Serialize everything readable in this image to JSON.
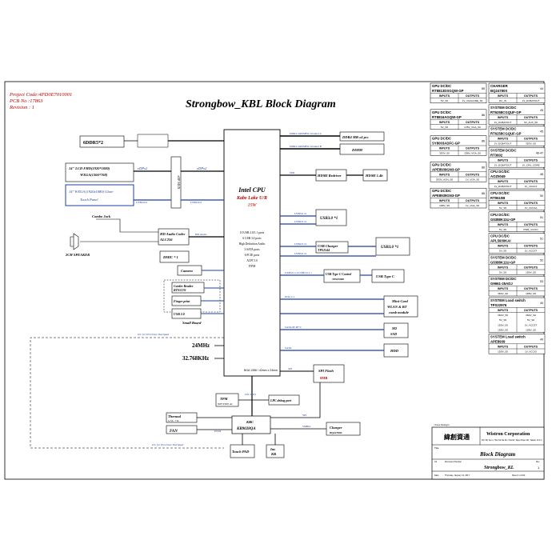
{
  "header": {
    "project_code": "Project Code:4PD0E7010001",
    "pcb_no": "PCB   No :17863",
    "revision": "Revision : 1",
    "title": "Strongbow_KBL Block Diagram"
  },
  "cpu": {
    "title": "Intel CPU",
    "subtitle": "Kabe Lake U/R",
    "tdp": "15W",
    "features": [
      "10 USB 2.0/1.1 ports",
      "6 USB 3.0 ports",
      "High Definition Audio",
      "3 SATA ports",
      "6 PCIE ports",
      "ACPI 5.0",
      "ITPM"
    ],
    "bottom_note": "BGA 1356 / 42mm x 24mm"
  },
  "memory": {
    "ddr5": "6DDR5*2",
    "ddr4_bus": "DDR4 2400MHz Channel A",
    "ddr4_bus_b": "DDR4 2400MHz Channel B",
    "ddr4_mb": "DDR4 MB x4 pcs",
    "dimm": "DIMM"
  },
  "left": {
    "lcd_fhd": "14\" LCD FHD(1920*1080)",
    "lcd_wxga": "WXGA(1366*768)",
    "lcd_wxga2": "14\" WXGA (1920x1080) Glare",
    "touch_panel": "Touch Panel",
    "edp_mux": "eDP MUX",
    "edpx2_a": "eDPx2",
    "edpx2_b": "eDPx2",
    "usb_a": "USB2.0x1",
    "usb_b": "USB2.0x1",
    "combo_jack": "Combo Jack",
    "hd_audio": "HD Audio Codec",
    "alc": "ALC256",
    "hd_audio_bus": "HD Audio",
    "speaker": "2CH SPEAKER",
    "dmic": "DMIC * 1",
    "camera": "Camera",
    "card_reader": "Carder Reader",
    "card_reader_2": "RTS5176",
    "finger_print": "Finger print",
    "usb20": "USB 2.0",
    "small_board": "Small Board",
    "i2c_touchpad": "I2C  for Precision Touchpad",
    "i2c_touchpad_b": "I2C  for Precision Touchpad",
    "crystal_24": "24MHz",
    "crystal_32": "32.768KHz"
  },
  "right": {
    "hdmi_redriver": "HDMI Redriver",
    "hdmi_conn": "HDMI 1.4b",
    "usb30_1": "USB3.0 *1",
    "usb_charger": "USB Charger",
    "usb_charger_2": "TPS2544",
    "usb30_2": "USB3.0 *1",
    "usb_typec_ctrl": "USB Type C Control",
    "usb_typec_ctrl_2": "TPS65986",
    "usb_typec": "USB Type C",
    "minicard": "Mini-Card",
    "minicard_2": "WLAN & BT",
    "minicard_3": "comb module",
    "m2_ssd": "M2",
    "m2_ssd_2": "SSD",
    "hdd": "HDD",
    "spi_flash": "SPI Flash",
    "spi_flash_2": "8MB",
    "pcie_bus": "PCIe x 1",
    "sata_bus": "SATA",
    "sata_pcie": "SATA/PCIE*4",
    "spi_bus": "SPI",
    "hdmi_bus": "DDI",
    "usb3_bus1": "USB3.0 x1",
    "usb2_bus1": "USB2.0 x1",
    "usb3_bus2": "USB3.0 x1",
    "usb2_bus2": "USB2.0 x1",
    "usb_c_bus": "USB3.0 x 2/USB2.0 x 1"
  },
  "bottom": {
    "tpm": "TPM",
    "tpm_2": "NPCT650 A1",
    "lpc_bus": "LPC BUS",
    "lpc_debug": "LPC debug port",
    "kbc": "KBC",
    "kbc_2": "KB9028QA",
    "thermal": "Thermal",
    "thermal_2": "G-SL / 714",
    "fan": "FAN",
    "pwm": "PWM",
    "smbus": "SMBus",
    "charger": "Charger",
    "charger_2": "BQ24780S",
    "touch_pad": "Touch PAD",
    "int_kb": "Int.",
    "int_kb_2": "KB",
    "spi_kbc": "SPI"
  },
  "power": [
    {
      "title_left": "GPU DC/DC",
      "part": "RT8813DSGQW-GP",
      "page": "85",
      "in": "INPUTS",
      "out": "OUTPUTS",
      "rows": [
        [
          "5V_S5",
          "1V_VGACORE_S0"
        ]
      ]
    },
    {
      "title_left": "CHARGER",
      "part": "BQ24780S",
      "page": "44",
      "in": "INPUTS",
      "out": "OUTPUTS",
      "rows": [
        [
          "DC_IN",
          "1V_DCBATOUT"
        ]
      ]
    },
    {
      "title_left": "GPU DC/DC",
      "part": "RT8816AGQW-GP",
      "page": "86",
      "in": "INPUTS",
      "out": "OUTPUTS",
      "rows": [
        [
          "5V_S5",
          "1V5V_VGA_S0"
        ]
      ]
    },
    {
      "title_left": "SYSTEM DC/DC",
      "part": "RT6258CGQUF-GP",
      "page": "45",
      "in": "INPUTS",
      "out": "OUTPUTS",
      "rows": [
        [
          "1V_DCBATOUT",
          "5V_AUX_S5"
        ]
      ]
    },
    {
      "title_left": "GPU DC/DC",
      "part": "SY8003ADFC-GP",
      "page": "86",
      "in": "INPUTS",
      "out": "OUTPUTS",
      "rows": [
        [
          "3D3V_S0",
          "1D8V_VGA_S0"
        ]
      ]
    },
    {
      "title_left": "SYSTEM DC/DC",
      "part": "RT6258CGQUF-GP",
      "page": "45",
      "in": "INPUTS",
      "out": "OUTPUTS",
      "rows": [
        [
          "1V_DCBATOUT",
          "3D3V_S5"
        ]
      ]
    },
    {
      "title_left": "GPU DC/DC",
      "part": "APE8939GN3-GP",
      "page": "86",
      "in": "INPUTS",
      "out": "OUTPUTS",
      "rows": [
        [
          "3D3V_AON_S0",
          "1V_VGA_S0"
        ]
      ]
    },
    {
      "title_left": "SYSTEM DC/DC",
      "part": "RT3602",
      "page": "46-47",
      "in": "INPUTS",
      "out": "OUTPUTS",
      "rows": [
        [
          "1V_DCBATOUT",
          "1V_CPU_CORE"
        ]
      ]
    },
    {
      "title_left": "GPU DC/DC",
      "part": "APE8939GN3-GP",
      "page": "86",
      "in": "INPUTS",
      "out": "OUTPUTS",
      "rows": [
        [
          "1D8V_S5",
          "1V_VGA_S0"
        ]
      ]
    },
    {
      "title_left": "CPU DC/DC",
      "part": "AOZ5049",
      "page": "48",
      "in": "INPUTS",
      "out": "OUTPUTS",
      "rows": [
        [
          "1V_DCBATOUT",
          "1V_VCCGT"
        ]
      ]
    },
    {
      "title_left": "CPU DC/DC",
      "part": "RT9610B",
      "page": "50",
      "in": "INPUTS",
      "out": "OUTPUTS",
      "rows": [
        [
          "5V_S5",
          "1V_VCCSA"
        ]
      ]
    },
    {
      "title_left": "CPU DC/DC",
      "part": "G5388K11U-GP",
      "page": "51",
      "in": "INPUTS",
      "out": "OUTPUTS",
      "rows": [
        [
          "5V_S5",
          "PWR_VCCIO"
        ]
      ]
    },
    {
      "title_left": "CPU DC/DC",
      "part": "APL5930KAI",
      "page": "51",
      "in": "INPUTS",
      "out": "OUTPUTS",
      "rows": [
        [
          "5V_S5",
          "1V_VCCST"
        ]
      ]
    },
    {
      "title_left": "SYSTEM DC/DC",
      "part": "G5388K11U-GP",
      "page": "52",
      "in": "INPUTS",
      "out": "OUTPUTS",
      "rows": [
        [
          "5V_S5",
          "1D0V_S5"
        ]
      ]
    },
    {
      "title_left": "SYSTEM DC/DC",
      "part": "G9661-25ADJ",
      "page": "53",
      "in": "INPUTS",
      "out": "OUTPUTS",
      "rows": [
        [
          "3D3V_S0",
          "1D8V_S5"
        ]
      ]
    },
    {
      "title_left": "SYSTEM  Load switch",
      "part": "TPS22976",
      "page": "40",
      "in": "INPUTS",
      "out": "OUTPUTS",
      "rows": [
        [
          "3D3V_S5",
          "3D3V_S0"
        ],
        [
          "5V_S5",
          "5V_S0"
        ],
        [
          "1D0V_S5",
          "1V_VCCST"
        ],
        [
          "1D8V_S5",
          "1D8V_S0"
        ]
      ]
    },
    {
      "title_left": "SYSTEM  Load switch",
      "part": "APE8939",
      "page": "40",
      "in": "INPUTS",
      "out": "OUTPUTS",
      "rows": [
        [
          "1D0V_S5",
          "1V_VCCIO"
        ]
      ]
    }
  ],
  "titleblock": {
    "chinese": "緯創資通",
    "company": "Wistron Corporation",
    "address": "21F, 88, Sec.1, Hsin Tai Wu Rd., Hsichih, Taipei Hsien 221, Taiwan, R.O.C.",
    "title_label": "Title",
    "title_value": "Block Diagram",
    "size": "A3",
    "doc_label": "Document Number",
    "doc_value": "Strongbow_KL",
    "rev_label": "Rev",
    "rev_value": "1",
    "date_label": "Date:",
    "date_value": "Thursday, January 12, 2017",
    "sheet": "Sheet  1  of  100",
    "core_design": "<Core Design>"
  }
}
